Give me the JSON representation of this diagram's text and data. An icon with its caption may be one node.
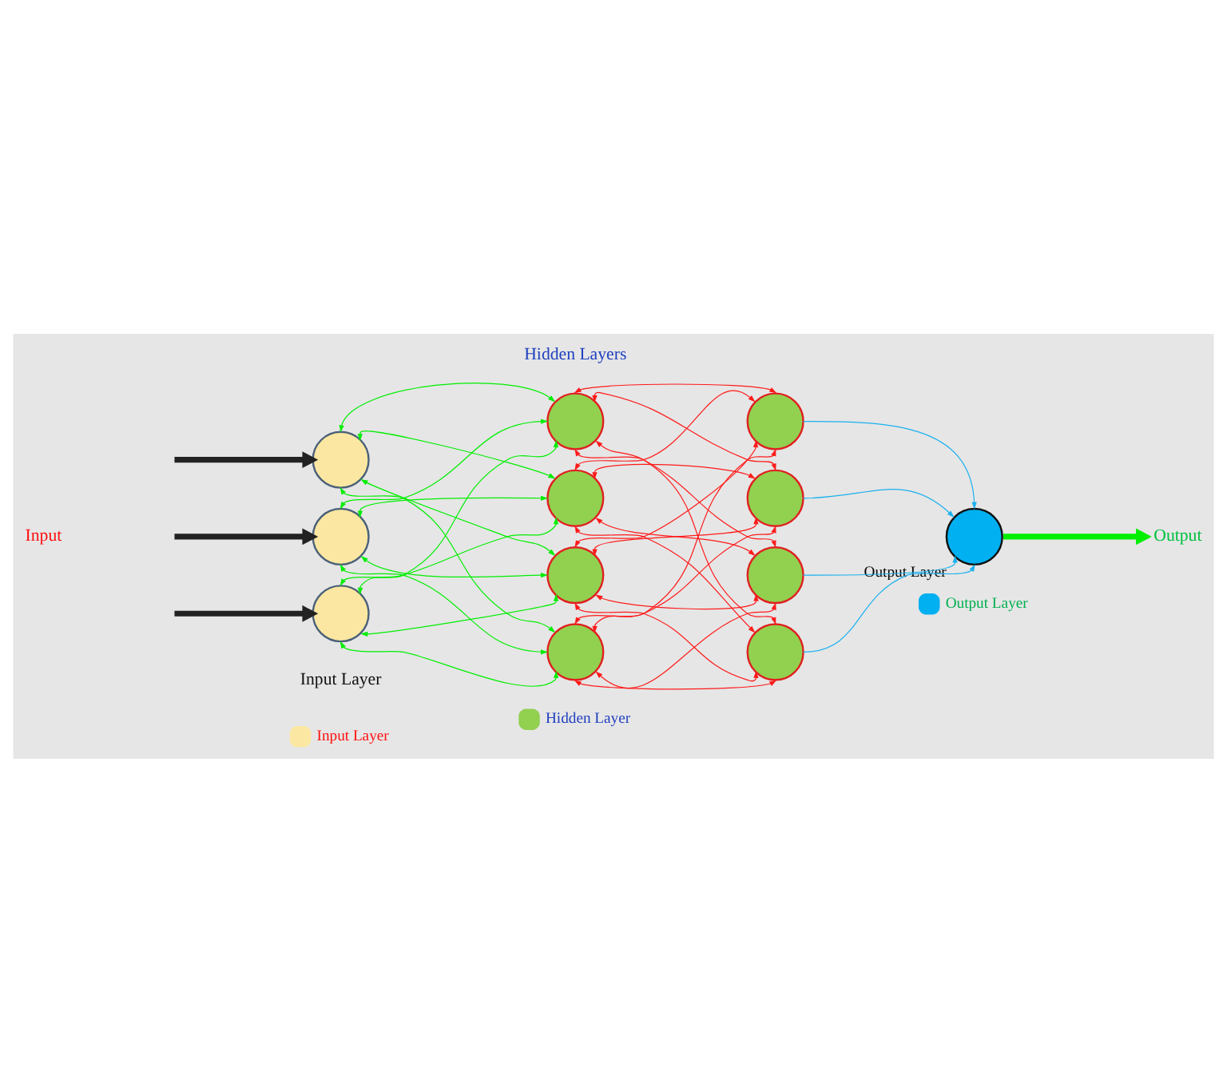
{
  "diagram": {
    "nodes": [
      {
        "text": [],
        "shape": "circle"
      },
      {
        "text": [],
        "shape": "circle"
      },
      {
        "text": [],
        "shape": "circle"
      },
      {
        "text": [],
        "shape": "circle"
      },
      {
        "text": [],
        "shape": "circle"
      },
      {
        "text": [],
        "shape": "circle"
      },
      {
        "text": [],
        "shape": "circle"
      },
      {
        "text": [],
        "shape": "circle"
      },
      {
        "text": [],
        "shape": "circle"
      },
      {
        "text": [],
        "shape": "circle"
      },
      {
        "text": [],
        "shape": "circle"
      },
      {
        "text": [],
        "shape": "circle",
        "beside": [
          "Output Layer"
        ]
      },
      {
        "text": [
          "Output"
        ]
      }
    ],
    "edges": [
      {
        "from": null,
        "to": 0,
        "arrow": "to",
        "style": "thick",
        "color": "#222222"
      },
      {
        "from": null,
        "to": 1,
        "arrow": "to",
        "style": "thick",
        "color": "#222222"
      },
      {
        "from": null,
        "to": 2,
        "arrow": "to",
        "style": "thick",
        "color": "#222222"
      },
      {
        "from": 0,
        "to": 3,
        "arrow": "both",
        "color": "#00ee00"
      },
      {
        "from": 0,
        "to": 4,
        "arrow": "both",
        "color": "#00ee00"
      },
      {
        "from": 0,
        "to": 5,
        "arrow": "both",
        "color": "#00ee00"
      },
      {
        "from": 0,
        "to": 6,
        "arrow": "both",
        "color": "#00ee00"
      },
      {
        "from": 1,
        "to": 3,
        "arrow": "both",
        "color": "#00ee00"
      },
      {
        "from": 1,
        "to": 4,
        "arrow": "both",
        "color": "#00ee00"
      },
      {
        "from": 1,
        "to": 5,
        "arrow": "both",
        "color": "#00ee00"
      },
      {
        "from": 1,
        "to": 6,
        "arrow": "both",
        "color": "#00ee00"
      },
      {
        "from": 2,
        "to": 3,
        "arrow": "both",
        "color": "#00ee00"
      },
      {
        "from": 2,
        "to": 4,
        "arrow": "both",
        "color": "#00ee00"
      },
      {
        "from": 2,
        "to": 5,
        "arrow": "both",
        "color": "#00ee00"
      },
      {
        "from": 2,
        "to": 6,
        "arrow": "both",
        "color": "#00ee00"
      },
      {
        "from": 3,
        "to": 7,
        "arrow": "both",
        "color": "#ff1a1a"
      },
      {
        "from": 3,
        "to": 8,
        "arrow": "both",
        "color": "#ff1a1a"
      },
      {
        "from": 3,
        "to": 9,
        "arrow": "both",
        "color": "#ff1a1a"
      },
      {
        "from": 3,
        "to": 10,
        "arrow": "both",
        "color": "#ff1a1a"
      },
      {
        "from": 4,
        "to": 7,
        "arrow": "both",
        "color": "#ff1a1a"
      },
      {
        "from": 4,
        "to": 8,
        "arrow": "both",
        "color": "#ff1a1a"
      },
      {
        "from": 4,
        "to": 9,
        "arrow": "both",
        "color": "#ff1a1a"
      },
      {
        "from": 4,
        "to": 10,
        "arrow": "both",
        "color": "#ff1a1a"
      },
      {
        "from": 5,
        "to": 7,
        "arrow": "both",
        "color": "#ff1a1a"
      },
      {
        "from": 5,
        "to": 8,
        "arrow": "both",
        "color": "#ff1a1a"
      },
      {
        "from": 5,
        "to": 9,
        "arrow": "both",
        "color": "#ff1a1a"
      },
      {
        "from": 5,
        "to": 10,
        "arrow": "both",
        "color": "#ff1a1a"
      },
      {
        "from": 6,
        "to": 7,
        "arrow": "both",
        "color": "#ff1a1a"
      },
      {
        "from": 6,
        "to": 8,
        "arrow": "both",
        "color": "#ff1a1a"
      },
      {
        "from": 6,
        "to": 9,
        "arrow": "both",
        "color": "#ff1a1a"
      },
      {
        "from": 6,
        "to": 10,
        "arrow": "both",
        "color": "#ff1a1a"
      },
      {
        "from": 7,
        "to": 11,
        "arrow": "to",
        "color": "#1ab0ee"
      },
      {
        "from": 8,
        "to": 11,
        "arrow": "to",
        "color": "#1ab0ee"
      },
      {
        "from": 9,
        "to": 11,
        "arrow": "to",
        "color": "#1ab0ee"
      },
      {
        "from": 10,
        "to": 11,
        "arrow": "to",
        "color": "#1ab0ee"
      },
      {
        "from": 11,
        "to": 12,
        "arrow": "to",
        "style": "thick",
        "color": "#00ee00"
      }
    ],
    "labels": [
      "Hidden Layers",
      "Input",
      "Input Layer"
    ],
    "legend": [
      {
        "text": "Input Layer",
        "color": "#fbe7a1"
      },
      {
        "text": "Hidden Layer",
        "color": "#92d050"
      },
      {
        "text": "Output Layer",
        "color": "#00b0f0"
      }
    ]
  }
}
